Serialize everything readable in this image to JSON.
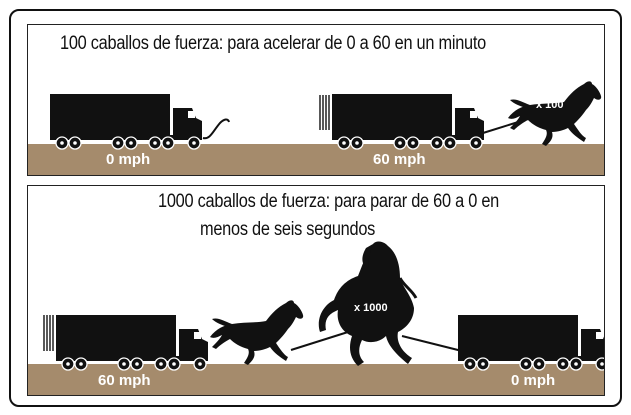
{
  "top_panel": {
    "caption": "100 caballos de fuerza: para acelerar de 0 a 60  en un minuto",
    "left_speed": "0 mph",
    "right_speed": "60 mph",
    "horse_multiplier": "x 100"
  },
  "bottom_panel": {
    "caption_line1": "1000 caballos de fuerza: para parar de 60 a 0 en",
    "caption_line2": "menos de seis segundos",
    "left_speed": "60 mph",
    "right_speed": "0 mph",
    "horse_multiplier": "x 1000"
  },
  "colors": {
    "ground": "#a58b6c",
    "silhouette": "#111111"
  }
}
